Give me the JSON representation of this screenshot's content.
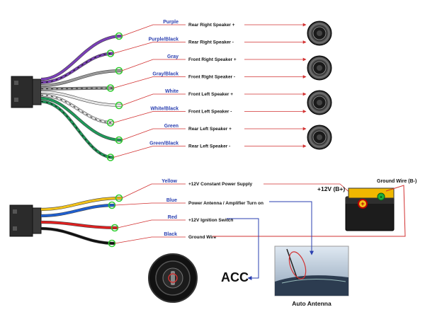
{
  "speaker_wiring": [
    {
      "color_label": "Purple",
      "function": "Rear Right Speaker +",
      "wire_color": "#7a3fb8",
      "stripe": false
    },
    {
      "color_label": "Purple/Black",
      "function": "Rear Right Speaker -",
      "wire_color": "#7a3fb8",
      "stripe": true
    },
    {
      "color_label": "Gray",
      "function": "Front Right Speaker +",
      "wire_color": "#9a9a9a",
      "stripe": false
    },
    {
      "color_label": "Gray/Black",
      "function": "Front Right Speaker -",
      "wire_color": "#9a9a9a",
      "stripe": true
    },
    {
      "color_label": "White",
      "function": "Front Left Speaker +",
      "wire_color": "#e6e6e6",
      "stripe": false
    },
    {
      "color_label": "White/Black",
      "function": "Front Left Speaker -",
      "wire_color": "#e6e6e6",
      "stripe": true
    },
    {
      "color_label": "Green",
      "function": "Rear Left Speaker +",
      "wire_color": "#1f9a5a",
      "stripe": false
    },
    {
      "color_label": "Green/Black",
      "function": "Rear Left Speaker -",
      "wire_color": "#1f9a5a",
      "stripe": true
    }
  ],
  "power_wiring": [
    {
      "color_label": "Yellow",
      "function": "+12V Constant Power Supply",
      "wire_color": "#f2c21a"
    },
    {
      "color_label": "Blue",
      "function": "Power Antenna / Amplifier Turn on",
      "wire_color": "#1f5fd0"
    },
    {
      "color_label": "Red",
      "function": "+12V Ignition Switch",
      "wire_color": "#e02020"
    },
    {
      "color_label": "Black",
      "function": "Ground Wire",
      "wire_color": "#111111"
    }
  ],
  "labels": {
    "ground_wire": "Ground Wire (B-)",
    "battery_positive": "+12V  (B+)",
    "acc": "ACC",
    "auto_antenna": "Auto Antenna"
  },
  "colors": {
    "label_blue": "#2a3fb0",
    "arrow_red": "#d23030",
    "connector_green": "#33cc33"
  }
}
